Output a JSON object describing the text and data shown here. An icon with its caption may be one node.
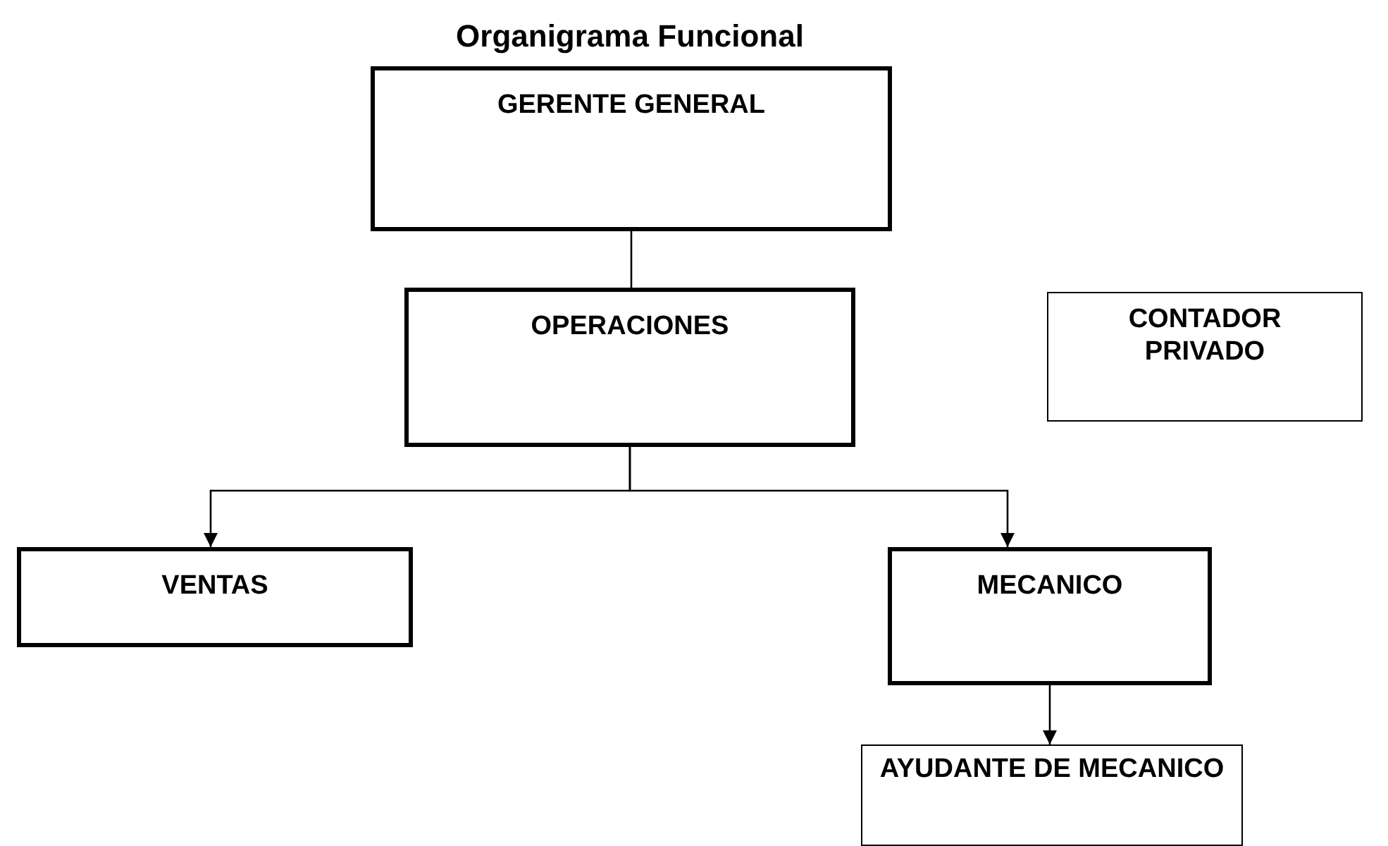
{
  "diagram": {
    "title": "Organigrama Funcional",
    "nodes": [
      {
        "text": [
          "GERENTE GENERAL"
        ]
      },
      {
        "text": [
          "OPERACIONES"
        ]
      },
      {
        "text": [
          "CONTADOR PRIVADO"
        ]
      },
      {
        "text": [
          "VENTAS"
        ]
      },
      {
        "text": [
          "MECANICO"
        ]
      },
      {
        "text": [
          "AYUDANTE DE MECANICO"
        ]
      }
    ],
    "edges": [
      {
        "from": 0,
        "to": 1,
        "arrow": "none"
      },
      {
        "from": 1,
        "to": 3,
        "arrow": "to"
      },
      {
        "from": 1,
        "to": 4,
        "arrow": "to"
      },
      {
        "from": 4,
        "to": 5,
        "arrow": "to"
      }
    ]
  }
}
